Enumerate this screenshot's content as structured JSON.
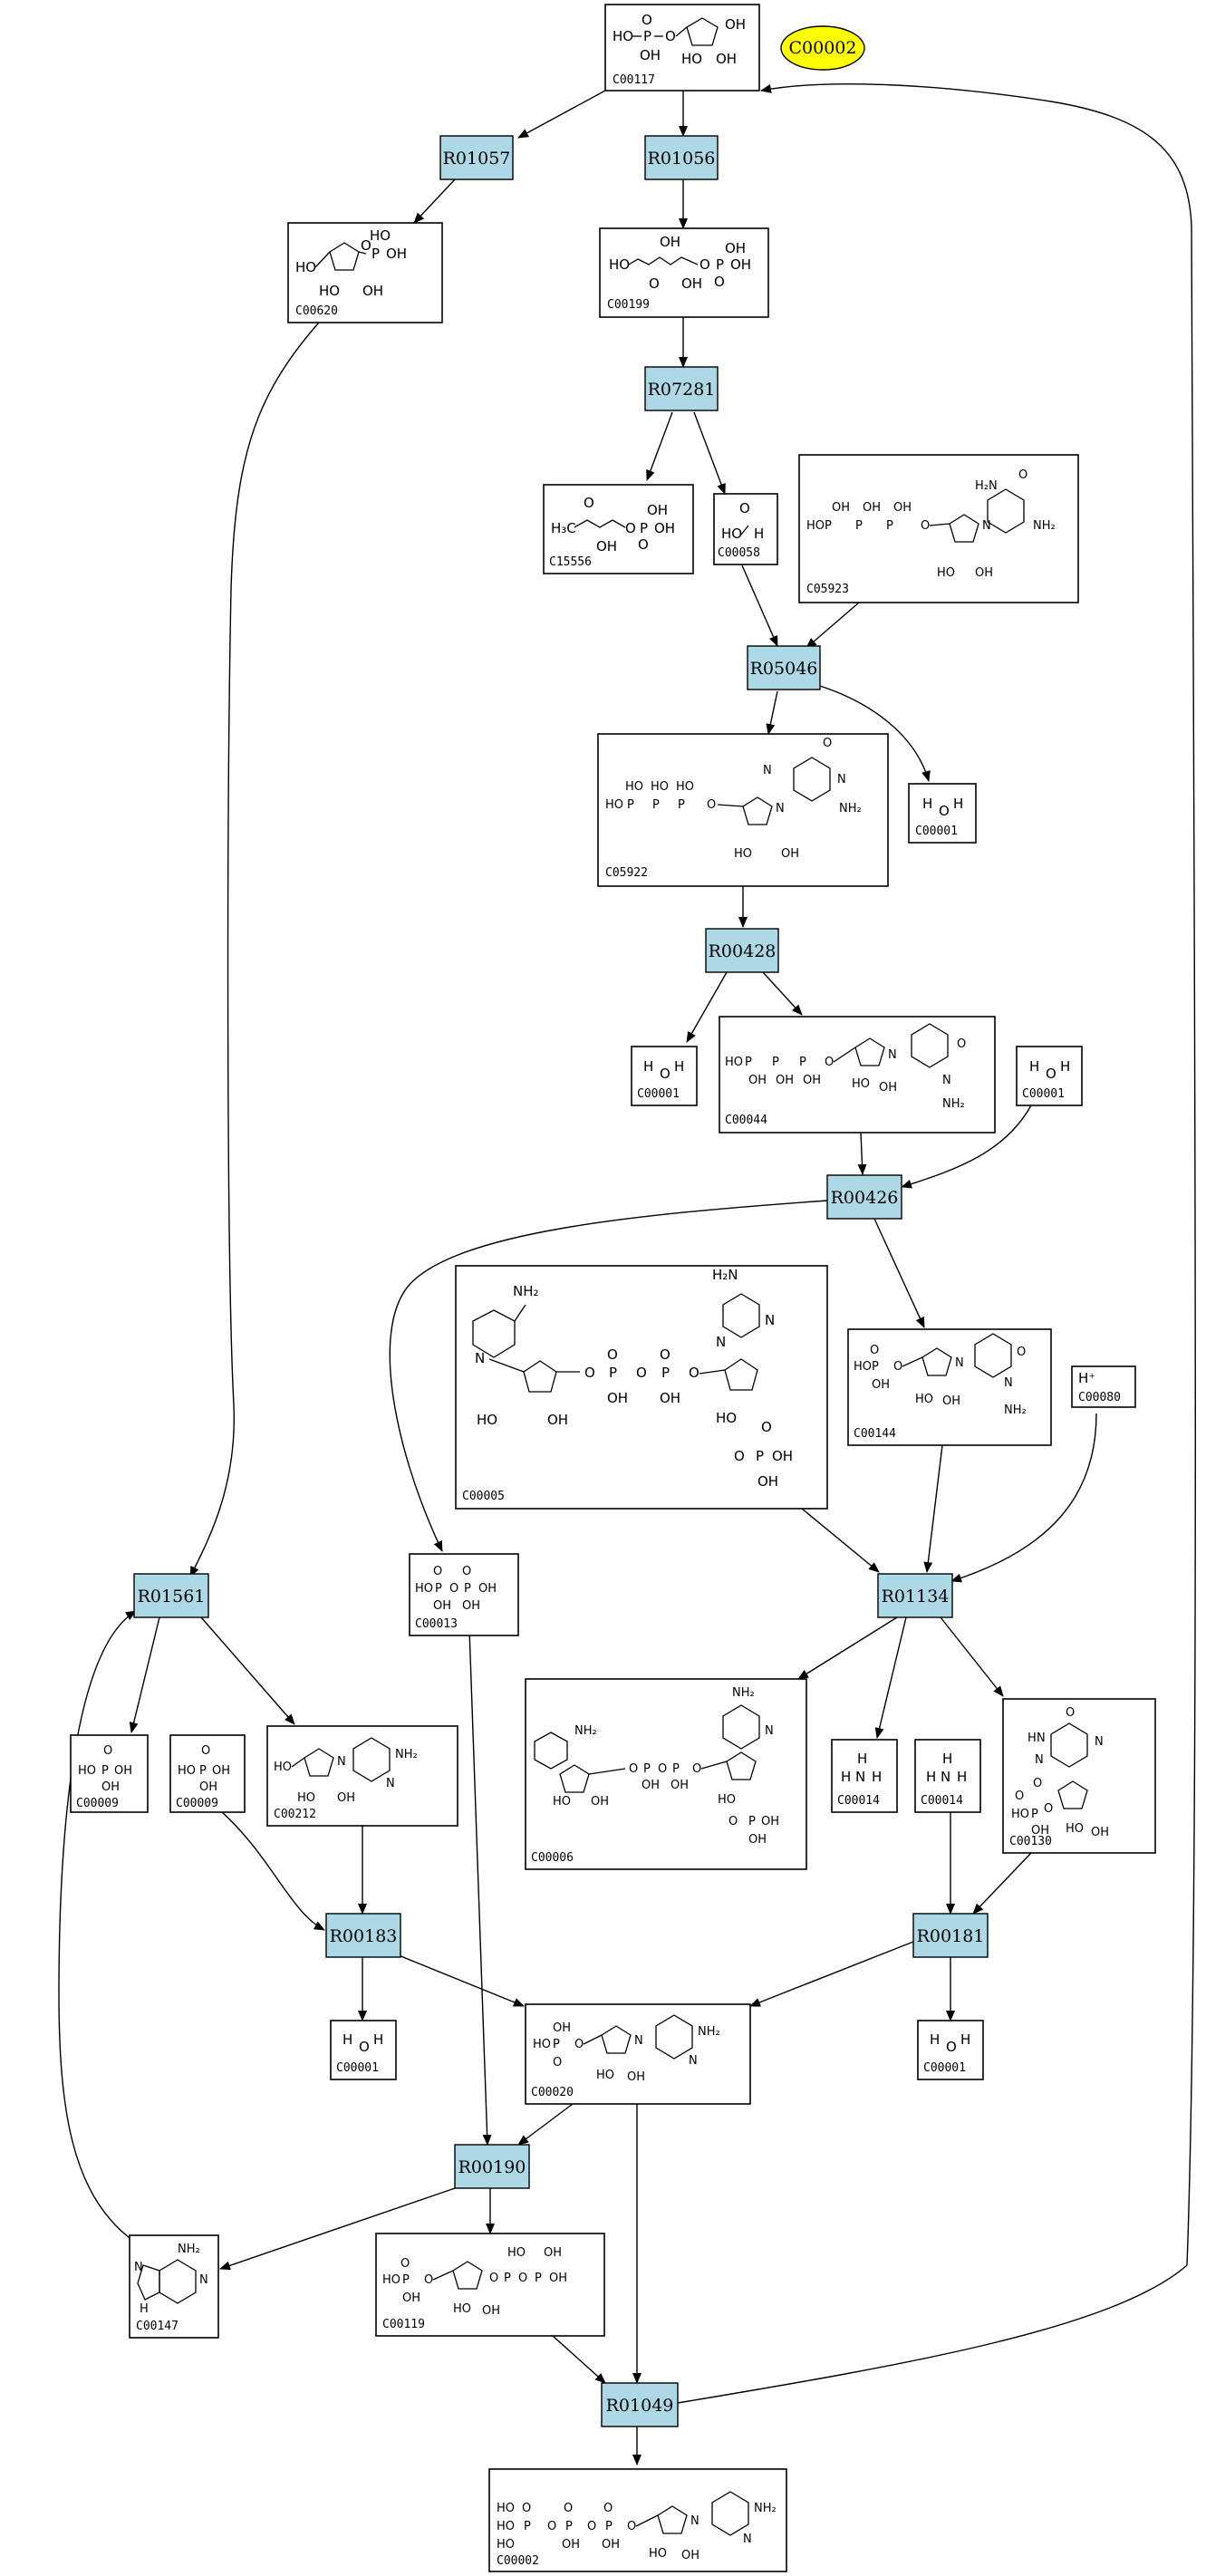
{
  "title_badge": {
    "label": "C00002",
    "color": "#ffff00"
  },
  "colors": {
    "reaction_fill": "#add8e6",
    "compound_fill": "#ffffff"
  },
  "compounds": [
    {
      "id": "C00117"
    },
    {
      "id": "C00620"
    },
    {
      "id": "C00199"
    },
    {
      "id": "C15556"
    },
    {
      "id": "C00058"
    },
    {
      "id": "C05923"
    },
    {
      "id": "C05922"
    },
    {
      "id": "C00001"
    },
    {
      "id": "C00044"
    },
    {
      "id": "C00005"
    },
    {
      "id": "C00144"
    },
    {
      "id": "C00080"
    },
    {
      "id": "C00013"
    },
    {
      "id": "C00009"
    },
    {
      "id": "C00212"
    },
    {
      "id": "C00006"
    },
    {
      "id": "C00014"
    },
    {
      "id": "C00130"
    },
    {
      "id": "C00020"
    },
    {
      "id": "C00147"
    },
    {
      "id": "C00119"
    },
    {
      "id": "C00002"
    }
  ],
  "reactions": [
    {
      "id": "R01057"
    },
    {
      "id": "R01056"
    },
    {
      "id": "R07281"
    },
    {
      "id": "R05046"
    },
    {
      "id": "R00428"
    },
    {
      "id": "R00426"
    },
    {
      "id": "R01134"
    },
    {
      "id": "R01561"
    },
    {
      "id": "R00183"
    },
    {
      "id": "R00181"
    },
    {
      "id": "R00190"
    },
    {
      "id": "R01049"
    }
  ],
  "structure_text": {
    "OH": "OH",
    "HO": "HO",
    "P": "P",
    "O": "O",
    "N": "N",
    "H": "H",
    "NH2": "NH₂",
    "H2N": "H₂N",
    "H3C": "H₃C",
    "Hplus": "H⁺",
    "Hn": "H",
    "OO": "O"
  }
}
